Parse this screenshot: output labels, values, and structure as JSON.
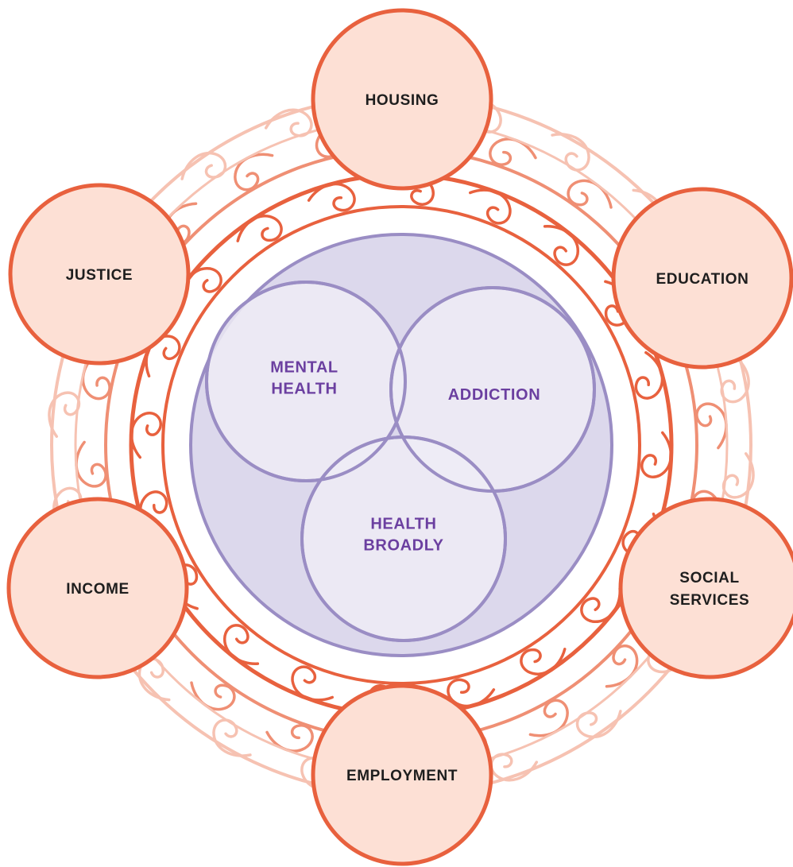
{
  "colors": {
    "coral_stroke": "#e8613e",
    "coral_fill": "#fde0d5",
    "coral_text": "#1e1e1e",
    "ring_mid": "#ef8f74",
    "ring_light": "#f6c2b2",
    "purple_stroke": "#9a8dc4",
    "purple_fill": "#dcd8ec",
    "inner_fill": "#eeecf6",
    "purple_text": "#6b3fa0"
  },
  "decoration": "koru-pattern",
  "outer_domains": [
    {
      "id": "housing",
      "lines": [
        "HOUSING"
      ]
    },
    {
      "id": "education",
      "lines": [
        "EDUCATION"
      ]
    },
    {
      "id": "social-services",
      "lines": [
        "SOCIAL",
        "SERVICES"
      ]
    },
    {
      "id": "employment",
      "lines": [
        "EMPLOYMENT"
      ]
    },
    {
      "id": "income",
      "lines": [
        "INCOME"
      ]
    },
    {
      "id": "justice",
      "lines": [
        "JUSTICE"
      ]
    }
  ],
  "core_circles": [
    {
      "id": "mental-health",
      "lines": [
        "MENTAL",
        "HEALTH"
      ]
    },
    {
      "id": "addiction",
      "lines": [
        "ADDICTION"
      ]
    },
    {
      "id": "health-broadly",
      "lines": [
        "HEALTH",
        "BROADLY"
      ]
    }
  ]
}
